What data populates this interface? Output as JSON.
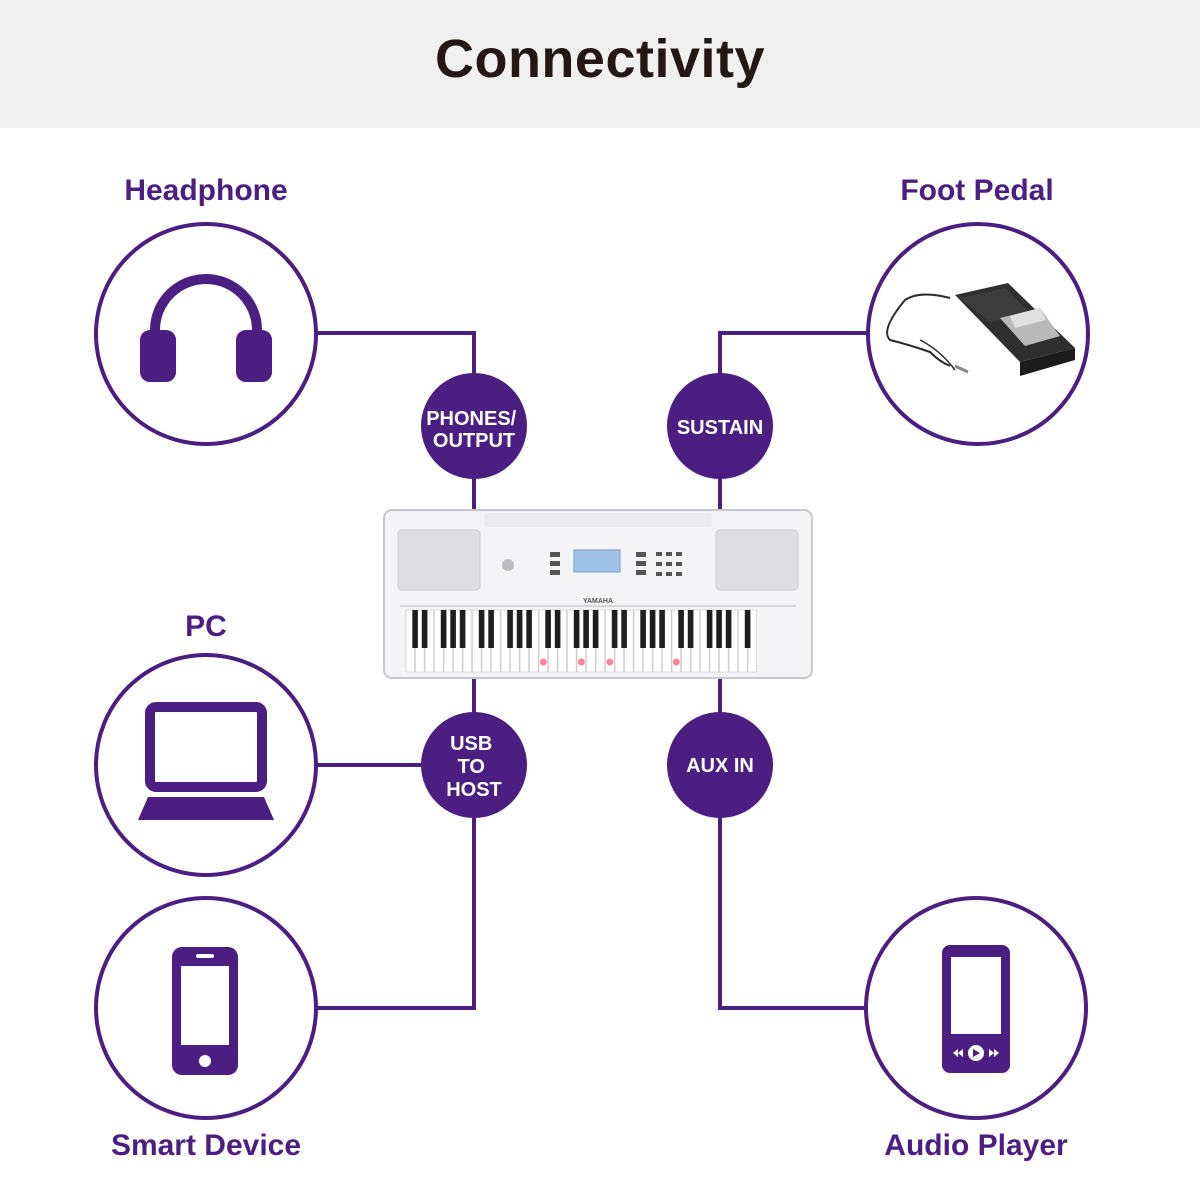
{
  "header": {
    "title": "Connectivity"
  },
  "devices": {
    "headphone": "Headphone",
    "foot_pedal": "Foot Pedal",
    "pc": "PC",
    "smart_device": "Smart Device",
    "audio_player": "Audio Player"
  },
  "ports": {
    "phones_output": [
      "PHONES/",
      "OUTPUT"
    ],
    "sustain": [
      "SUSTAIN"
    ],
    "usb_to_host": [
      "USB",
      "TO",
      "HOST"
    ],
    "aux_in": [
      "AUX IN"
    ]
  },
  "keyboard": {
    "brand": "YAMAHA"
  },
  "colors": {
    "accent": "#4b1e82",
    "header_bg": "#f0f0f0",
    "title_text": "#231815"
  },
  "icons": {
    "headphone": "headphone-icon",
    "foot_pedal": "foot-pedal-image",
    "pc": "laptop-icon",
    "smart_device": "smartphone-icon",
    "audio_player": "audio-player-icon"
  }
}
